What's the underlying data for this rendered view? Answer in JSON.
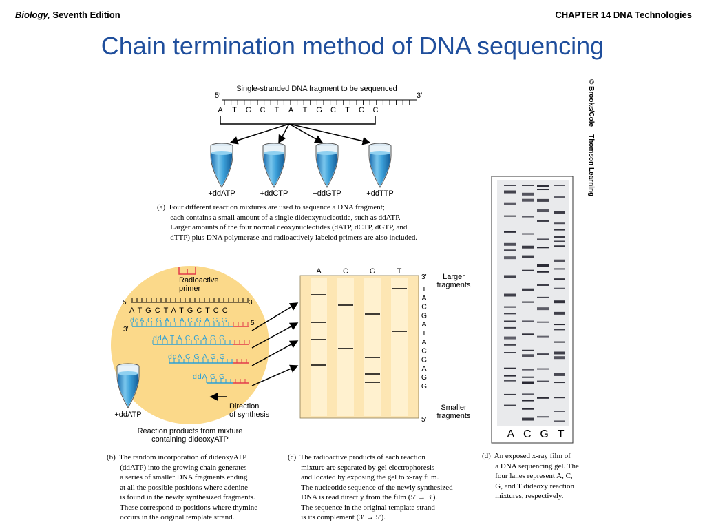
{
  "header": {
    "book_italic": "Biology,",
    "book_rest": " Seventh Edition",
    "chapter": "CHAPTER 14  DNA Technologies"
  },
  "title": "Chain termination method of DNA sequencing",
  "copyright": "© Brooks/Cole – Thomson Learning",
  "panel_a": {
    "strand_label": "Single-stranded DNA fragment to be sequenced",
    "five_prime": "5′",
    "three_prime": "3′",
    "bases": [
      "A",
      "T",
      "G",
      "C",
      "T",
      "A",
      "T",
      "G",
      "C",
      "T",
      "C",
      "C"
    ],
    "tubes": [
      "+ddATP",
      "+ddCTP",
      "+ddGTP",
      "+ddTTP"
    ],
    "caption": "(a)  Four different reaction mixtures are used to sequence a DNA fragment;\n       each contains a small amount of a single dideoxynucleotide, such as ddATP.\n       Larger amounts of the four normal deoxynucleotides (dATP, dCTP, dGTP, and\n       dTTP) plus DNA polymerase and radioactively labeled primers are also included."
  },
  "panel_b": {
    "primer_label_1": "Radioactive",
    "primer_label_2": "primer",
    "template_5": "5′",
    "template_3": "3′",
    "template_seq": "A T G C T A T G C T C C",
    "left_3": "3′",
    "right_5": "5′",
    "fragments": [
      "ddA C G A T A C G A G G",
      "ddA T A C G A G G",
      "ddA C G A G G",
      "ddA G G"
    ],
    "tube_label": "+ddATP",
    "direction_1": "Direction",
    "direction_2": "of synthesis",
    "products_1": "Reaction products from mixture",
    "products_2": "containing dideoxyATP",
    "caption": "(b)  The random incorporation of dideoxyATP\n       (ddATP) into the growing chain generates\n       a series of smaller DNA fragments ending\n       at all the possible positions where adenine\n       is found in the newly synthesized fragments.\n       These correspond to positions where thymine\n       occurs in the original template strand."
  },
  "panel_c": {
    "lanes": [
      "A",
      "C",
      "G",
      "T"
    ],
    "top_label": "3′",
    "bottom_label": "5′",
    "sequence": [
      "T",
      "A",
      "C",
      "G",
      "A",
      "T",
      "A",
      "C",
      "G",
      "A",
      "G",
      "G"
    ],
    "larger_1": "Larger",
    "larger_2": "fragments",
    "smaller_1": "Smaller",
    "smaller_2": "fragments",
    "caption": "(c)  The radioactive products of each reaction\n       mixture are separated by gel electrophoresis\n       and located by exposing the gel to x-ray film.\n       The nucleotide sequence of the newly synthesized\n       DNA is read directly from the film (5′ → 3′).\n       The sequence in the original template strand\n       is its complement (3′ → 5′)."
  },
  "panel_d": {
    "lanes": [
      "A",
      "C",
      "G",
      "T"
    ],
    "caption": "(d)  An exposed x-ray film of\n       a DNA sequencing gel. The\n       four lanes represent A, C,\n       G, and T dideoxy reaction\n       mixtures, respectively."
  },
  "colors": {
    "title_blue": "#1f4e9c",
    "circle": "#fbd98a",
    "gel": "#fde6b3",
    "lane": "#fff1cf",
    "fragment_blue": "#2a9fd6",
    "primer_red": "#e23a4a",
    "tube_blue": "#2d8fc9"
  }
}
